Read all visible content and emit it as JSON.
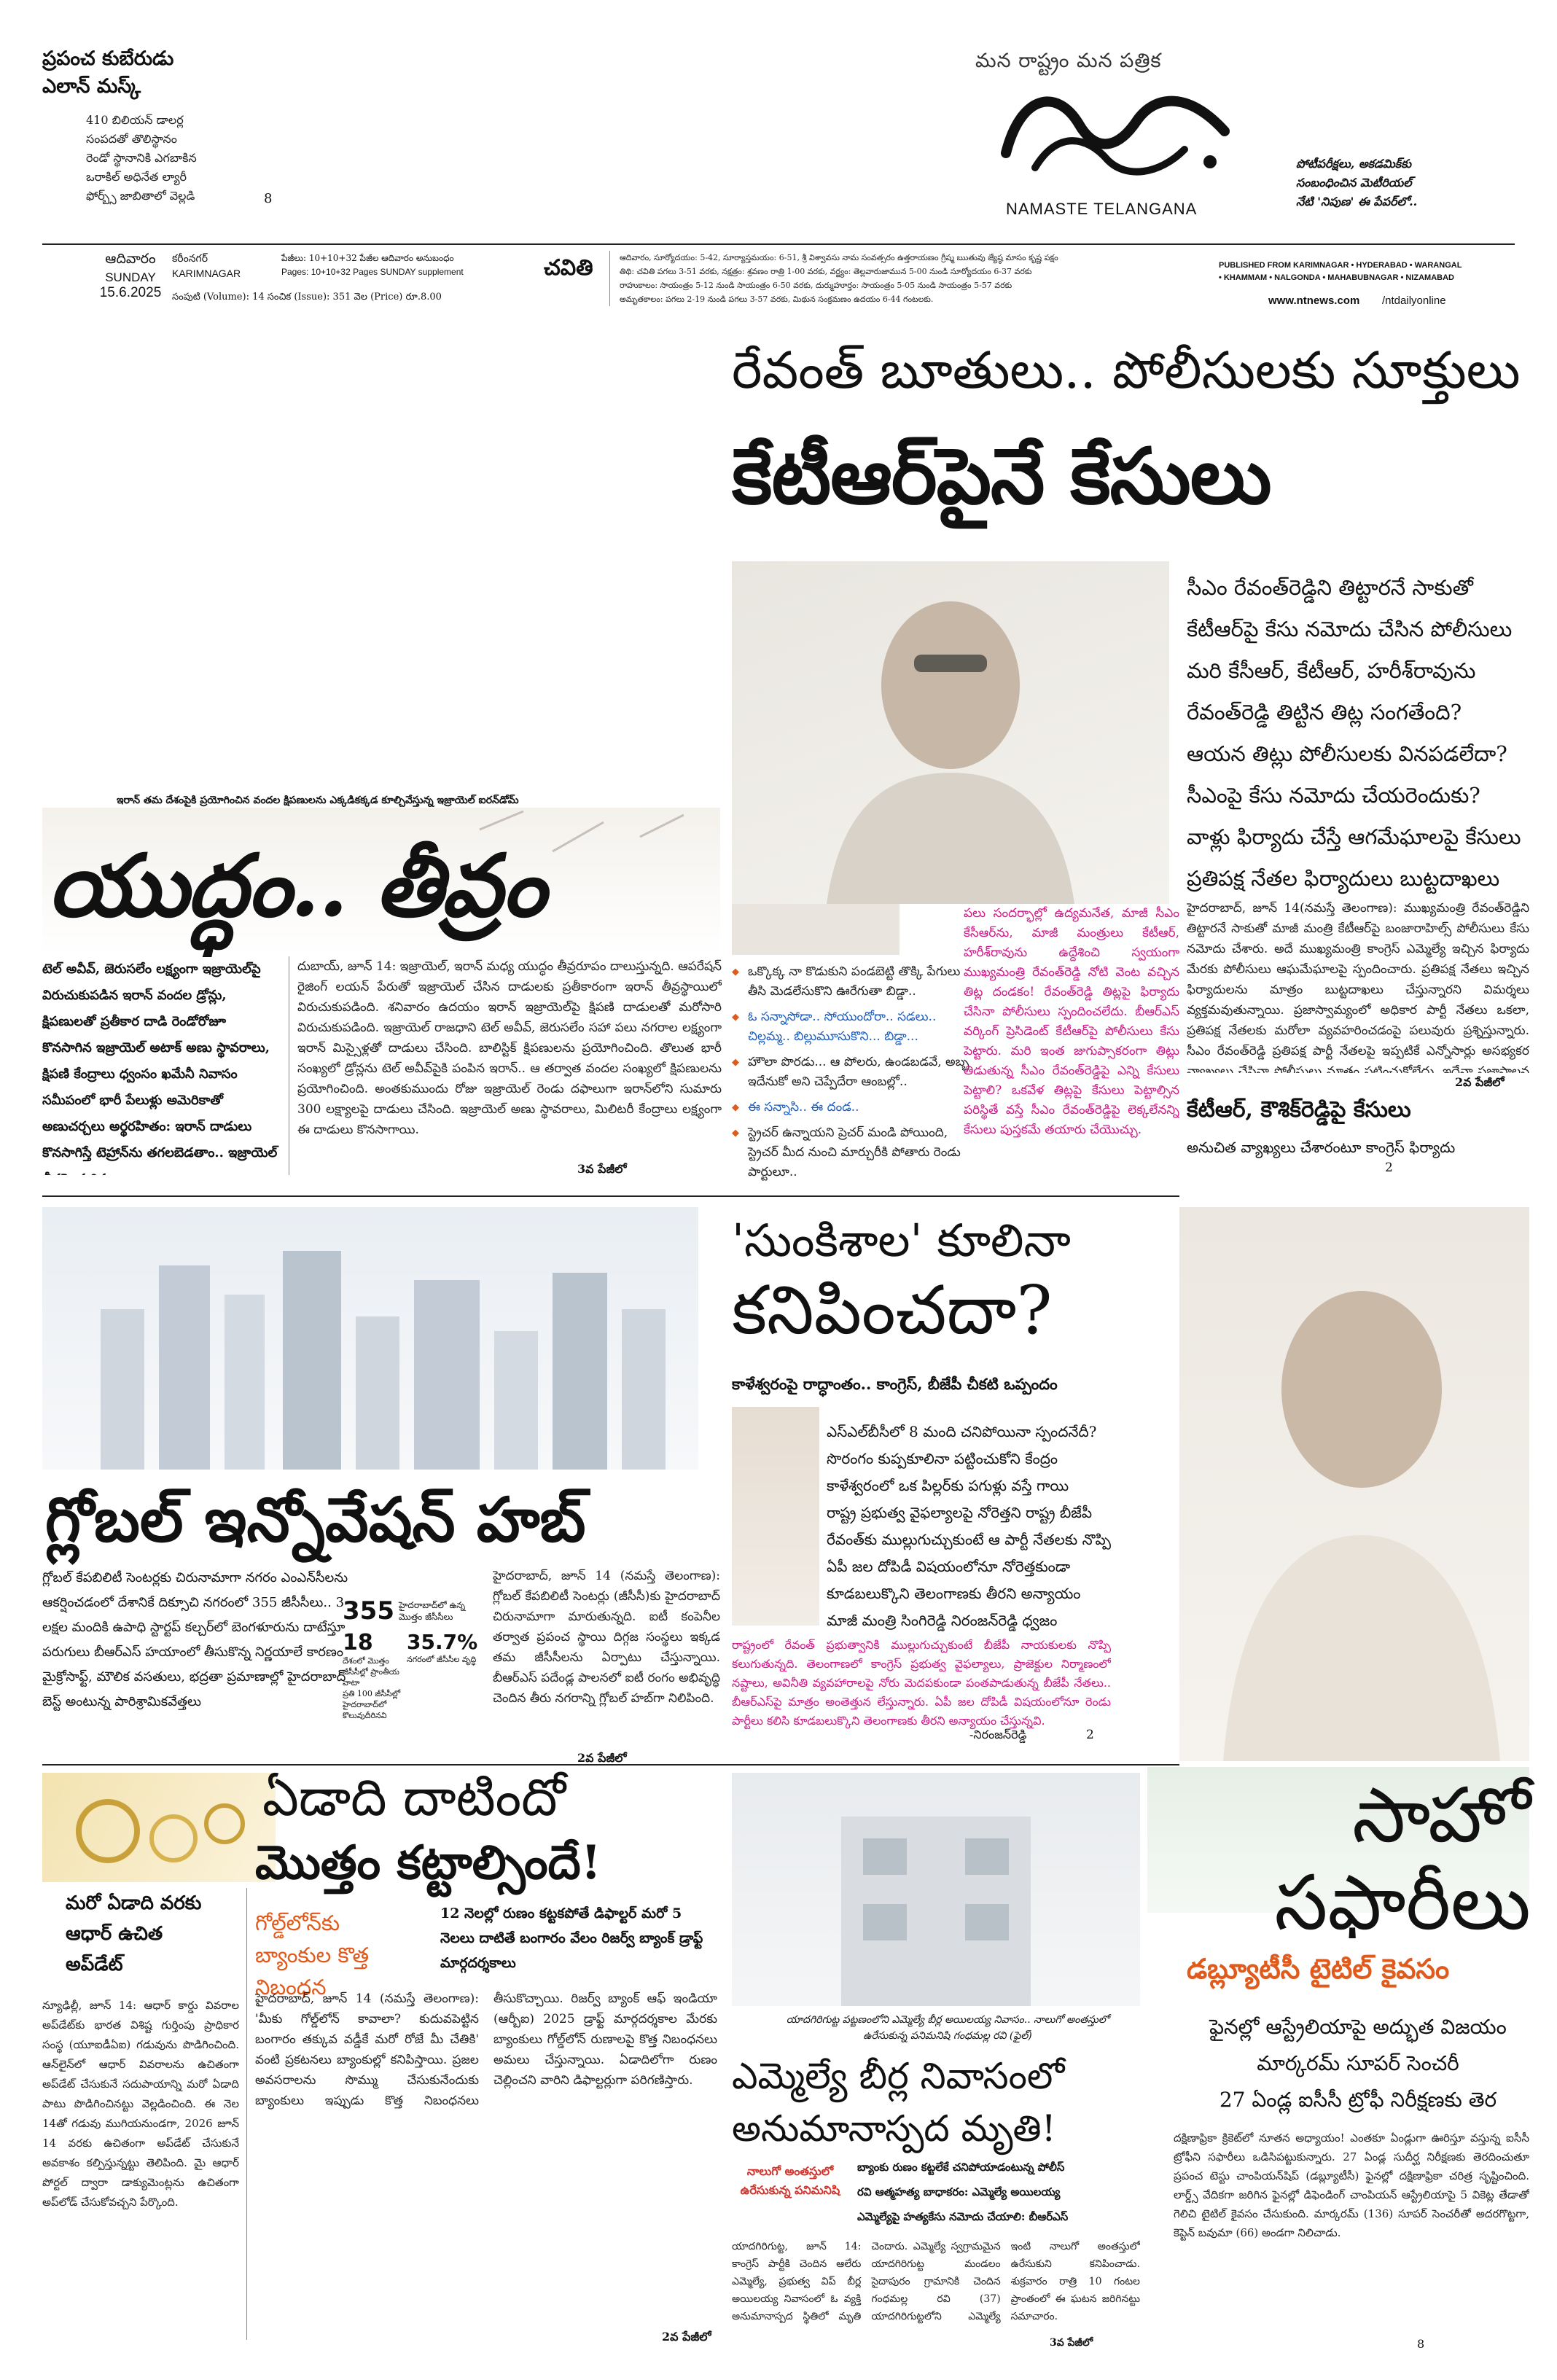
{
  "masthead": {
    "left_headline": "ప్రపంచ కుబేరుడు\nఎలాన్ మస్క్",
    "left_sub": "410 బిలియన్ డాలర్ల\nసంపదతో తొలిస్థానం\nరెండో స్థానానికి ఎగబాకిన\nఒరాకిల్ అధినేత ల్యారీ\nఫోర్బ్స్ జాబితాలో వెల్లడి",
    "left_page_ref": "8",
    "tagline": "మన రాష్ట్రం  మన పత్రిక",
    "paper_name": "NAMASTE TELANGANA",
    "right_promo": "పోటీపరీక్షలు, అకడమిక్‌కు\nసంబంధించిన మెటీరియల్\nనేటి 'నిపుణ' ఈ పేపర్‌లో..",
    "day_te": "ఆదివారం",
    "day_en": "SUNDAY",
    "date": "15.6.2025",
    "city_te": "కరీంనగర్",
    "city_en": "KARIMNAGAR",
    "pages_te": "పేజీలు: 10+10+32 పేజీల ఆదివారం అనుబంధం",
    "pages_en": "Pages: 10+10+32 Pages SUNDAY supplement",
    "volume": "సంపుటి (Volume): 14   సంచిక (Issue): 351   వెల (Price) రూ.8.00",
    "tithi": "చవితి",
    "almanac": "ఆదివారం, సూర్యోదయం: 5-42, సూర్యాస్తమయం: 6-51, శ్రీ విశ్వావసు నామ సంవత్సరం ఉత్తరాయణం గ్రీష్మ ఋతువు జ్యేష్ఠ మాసం కృష్ణ పక్షం\nతిథి: చవితి పగలు 3-51 వరకు, నక్షత్రం: శ్రవణం రాత్రి 1-00 వరకు, వర్జ్యం: తెల్లవారుజామున 5-00 నుండి సూర్యోదయం 6-37 వరకు\nరాహుకాలం: సాయంత్రం 5-12 నుండి సాయంత్రం 6-50 వరకు, దుర్ముహూర్తం: సాయంత్రం 5-05 నుండి సాయంత్రం 5-57 వరకు\nఅమృతకాలం: పగలు 2-19 నుండి పగలు 3-57 వరకు, మిథున సంక్రమణం ఉదయం 6-44 గంటలకు.",
    "published_from": "PUBLISHED FROM KARIMNAGAR • HYDERABAD • WARANGAL\n• KHAMMAM • NALGONDA • MAHABUBNAGAR • NIZAMABAD",
    "website": "www.ntnews.com",
    "social": "/ntdailyonline"
  },
  "lead": {
    "kicker": "రేవంత్ బూతులు.. పోలీసులకు సూక్తులు",
    "headline": "కేటీఆర్‌పైనే కేసులు",
    "points": [
      "సీఎం రేవంత్‌రెడ్డిని తిట్టారనే సాకుతో",
      "కేటీఆర్‌పై కేసు నమోదు చేసిన పోలీసులు",
      "మరి కేసీఆర్, కేటీఆర్, హరీశ్‌రావును",
      "రేవంత్‌రెడ్డి తిట్టిన తిట్ల సంగతేంది?",
      "ఆయన తిట్లు పోలీసులకు వినపడలేదా?",
      "సీఎంపై కేసు నమోదు చేయరెందుకు?",
      "వాళ్లు ఫిర్యాదు చేస్తే ఆగమేఘాలపై కేసులు",
      "ప్రతిపక్ష నేతల ఫిర్యాదులు బుట్టదాఖలు"
    ],
    "body": "హైదరాబాద్, జూన్ 14(నమస్తే తెలంగాణ): ముఖ్యమంత్రి రేవంత్‌రెడ్డిని తిట్టారనే సాకుతో మాజీ మంత్రి కేటీఆర్‌పై బంజారాహిల్స్ పోలీసులు కేసు నమోదు చేశారు. అదే ముఖ్యమంత్రి కాంగ్రెస్ ఎమ్మెల్యే ఇచ్చిన ఫిర్యాదు మేరకు పోలీసులు ఆఘమేఘాలపై స్పందించారు. ప్రతిపక్ష నేతలు ఇచ్చిన ఫిర్యాదులను మాత్రం బుట్టదాఖలు చేస్తున్నారని విమర్శలు వ్యక్తమవుతున్నాయి. ప్రజాస్వామ్యంలో అధికార పార్టీ నేతలు ఒకలా, ప్రతిపక్ష నేతలకు మరోలా వ్యవహరించడంపై పలువురు ప్రశ్నిస్తున్నారు. సీఎం రేవంత్‌రెడ్డి ప్రతిపక్ష పార్టీ నేతలపై ఇప్పటికే ఎన్నోసార్లు అసభ్యకర వ్యాఖ్యలు చేసినా పోలీసులు మాత్రం పట్టించుకోలేదు. ఇదేనా ప్రజాపాలన అంటూ బీఆర్‌ఎస్ శ్రేణులు మండిపడుతున్నాయి.",
    "body_ref": "2వ పేజీలో",
    "sub_head": "కేటీఆర్, కౌశిక్‌రెడ్డిపై కేసులు",
    "sub_text": "అనుచిత వ్యాఖ్యలు చేశారంటూ కాంగ్రెస్ ఫిర్యాదు",
    "sub_ref": "2",
    "box_text": "పలు సందర్భాల్లో ఉద్యమనేత, మాజీ సీఎం కేసీఆర్‌ను, మాజీ మంత్రులు కేటీఆర్, హరీశ్‌రావును ఉద్దేశించి స్వయంగా ముఖ్యమంత్రి రేవంత్‌రెడ్డి నోటి వెంట వచ్చిన తిట్ల దండకం! రేవంత్‌రెడ్డి తిట్లపై ఫిర్యాదు చేసినా పోలీసులు స్పందించలేదు. బీఆర్‌ఎస్ వర్కింగ్ ప్రెసిడెంట్ కేటీఆర్‌పై పోలీసులు కేసు పెట్టారు. మరి ఇంత జుగుప్సాకరంగా తిట్లు తిడుతున్న సీఎం రేవంత్‌రెడ్డిపై ఎన్ని కేసులు పెట్టాలి? ఒకవేళ తిట్లపై కేసులు పెట్టాల్సిన పరిస్థితే వస్తే సీఎం రేవంత్‌రెడ్డిపై లెక్కలేనన్ని కేసులు పుస్తకమే తయారు చేయొచ్చు.",
    "quotes": [
      "ఒక్కొక్క నా కొడుకుని పండబెట్టి తొక్కి పేగులు తీసి మెడలేసుకొని ఊరేగుతా బిడ్డా..",
      "ఓ సన్నాసోడా.. సోయుందోరా.. సడలు.. చిల్లమ్మ.. బిల్లుమూసుకొని... బిడ్డా...",
      "హౌలా పొరడు... ఆ పోలరు, ఉండబడవే, అబ్బ ఇదేనుకో అని చెప్పేదేరా ఆంబల్లో..",
      "ఈ సన్నాసి.. ఈ దండ..",
      "స్ట్రెచర్ ఉన్నాయని ప్రెచర్ మండి పోయింది, స్ట్రెచర్ మీద నుంచి మార్చురీకి పోతారు రెండు పార్టులూ.."
    ]
  },
  "war": {
    "kicker": "ఇరాన్ తమ దేశంపైకి ప్రయోగించిన వందల క్షిపణులను ఎక్కడికక్కడ కూల్చివేస్తున్న ఇజ్రాయెల్ ఐరన్‌డోమ్",
    "headline": "యుద్ధం.. తీవ్రం",
    "summary": "టెల్ అవీవ్, జెరుసలేం లక్ష్యంగా ఇజ్రాయెల్‌పై విరుచుకుపడిన ఇరాన్ వందల డ్రోన్లు, క్షిపణులతో ప్రతీకార దాడి రెండోరోజూ కొనసాగిన ఇజ్రాయెల్ అటాక్ అణు స్థావరాలు, క్షిపణి కేంద్రాలు ధ్వంసం ఖమేనీ నివాసం సమీపంలో భారీ పేలుళ్లు అమెరికాతో అణుచర్చలు అర్థరహితం: ఇరాన్ దాడులు కొనసాగిస్తే టెహ్రాన్‌ను తగలబెడతాం.. ఇజ్రాయెల్ తీవ్రహెచ్చరిక",
    "body": "దుబాయ్, జూన్ 14: ఇజ్రాయెల్, ఇరాన్ మధ్య యుద్ధం తీవ్రరూపం దాలుస్తున్నది. ఆపరేషన్ రైజింగ్ లయన్ పేరుతో ఇజ్రాయెల్ చేసిన దాడులకు ప్రతీకారంగా ఇరాన్ తీవ్రస్థాయిలో విరుచుకుపడింది. శనివారం ఉదయం ఇరాన్ ఇజ్రాయెల్‌పై క్షిపణి దాడులతో మరోసారి విరుచుకుపడింది. ఇజ్రాయెల్ రాజధాని టెల్ అవీవ్, జెరుసలేం సహా పలు నగరాల లక్ష్యంగా ఇరాన్ మిస్సైళ్లతో దాడులు చేసింది. బాలిస్టిక్ క్షిపణులను ప్రయోగించింది. తొలుత భారీ సంఖ్యలో డ్రోన్లను టెల్ అవీవ్‌పైకి పంపిన ఇరాన్.. ఆ తర్వాత వందల సంఖ్యలో క్షిపణులను ప్రయోగించింది. అంతకుముందు రోజు ఇజ్రాయెల్ రెండు దఫాలుగా ఇరాన్‌లోని సుమారు 300 లక్ష్యాలపై దాడులు చేసింది. ఇజ్రాయెల్ అణు స్థావరాలు, మిలిటరీ కేంద్రాలు లక్ష్యంగా ఈ దాడులు కొనసాగాయి.",
    "body_ref": "3వ పేజీలో"
  },
  "sunkishala": {
    "kicker": "'సుంకిశాల' కూలినా",
    "headline": "కనిపించదా?",
    "deck": "కాళేశ్వరంపై రాద్ధాంతం.. కాంగ్రెస్, బీజేపీ చీకటి ఒప్పందం",
    "points": [
      "ఎస్‌ఎల్‌బీసీలో 8 మంది చనిపోయినా స్పందనేదీ?",
      "సొరంగం కుప్పకూలినా పట్టించుకోని కేంద్రం",
      "కాళేశ్వరంలో ఒక పిల్లర్‌కు పగుళ్లు వస్తే గాయి",
      "రాష్ట్ర ప్రభుత్వ వైఫల్యాలపై నోరెత్తని రాష్ట్ర బీజేపీ",
      "రేవంత్‌కు ముల్లుగుచ్చుకుంటే ఆ పార్టీ నేతలకు నొప్పి",
      "ఏపీ జల దోపిడీ విషయంలోనూ నోరెత్తకుండా",
      "కూడబలుక్కొని తెలంగాణకు తీరని అన్యాయం",
      "మాజీ మంత్రి సింగిరెడ్డి నిరంజన్‌రెడ్డి ధ్వజం"
    ],
    "quote": "రాష్ట్రంలో రేవంత్ ప్రభుత్వానికి ముల్లుగుచ్చుకుంటే బీజేపీ నాయకులకు నొప్పి కలుగుతున్నది. తెలంగాణలో కాంగ్రెస్ ప్రభుత్వ వైఫల్యాలు, ప్రాజెక్టుల నిర్మాణంలో నష్టాలు, అవినీతి వ్యవహారాలపై నోరు మెదపకుండా పంతపాడుతున్న బీజేపీ నేతలు.. బీఆర్‌ఎస్‌పై మాత్రం అంతెత్తున లేస్తున్నారు. ఏపీ జల దోపిడీ విషయంలోనూ రెండు పార్టీలు కలిసి కూడబలుక్కొని తెలంగాణకు తీరని అన్యాయం చేస్తున్నవి.",
    "quote_by": "-నిరంజన్‌రెడ్డి",
    "quote_ref": "2"
  },
  "innovation": {
    "headline": "గ్లోబల్ ఇన్నోవేషన్ హబ్",
    "summary": "గ్లోబల్ కేపబిలిటీ సెంటర్లకు చిరునామాగా నగరం ఎంఎన్‌సీలను ఆకర్షించడంలో దేశానికే దిక్సూచి నగరంలో 355 జీసీసీలు.. 3 లక్షల మందికి ఉపాధి స్టార్టప్ కల్చర్‌లో బెంగళూరును దాటేస్తూ పరుగులు బీఆర్‌ఎస్ హయాంలో తీసుకొన్న నిర్ణయాలే కారణం మైక్రోసాఫ్ట్, మౌలిక వసతులు, భద్రతా ప్రమాణాల్లో హైదరాబాద్ బెస్ట్ అంటున్న పారిశ్రామికవేత్తలు",
    "stats": [
      {
        "value": "355",
        "label": "హైదరాబాద్‌లో ఉన్న మొత్తం జీసీసీలు"
      },
      {
        "value": "18",
        "label": "దేశంలో మొత్తం జీసీసీల్లో ప్రాంతీయ వాటా"
      },
      {
        "value": "35.7%",
        "label": "నగరంలో జీసీసీల వృద్ధి"
      }
    ],
    "stat_note": "ప్రతి 100 జీసీసీల్లో హైదరాబాద్‌లో కొలువుదీరినవి",
    "body": "హైదరాబాద్, జూన్ 14 (నమస్తే తెలంగాణ): గ్లోబల్ కేపబిలిటీ సెంటర్లు (జీసీసీ)కు హైదరాబాద్ చిరునామాగా మారుతున్నది. ఐటీ కంపెనీల తర్వాత ప్రపంచ స్థాయి దిగ్గజ సంస్థలు ఇక్కడ తమ జీసీసీలను ఏర్పాటు చేస్తున్నాయి. బీఆర్‌ఎస్ పదేండ్ల పాలనలో ఐటీ రంగం అభివృద్ధి చెందిన తీరు నగరాన్ని గ్లోబల్ హబ్‌గా నిలిపింది.",
    "body_ref": "2వ పేజీలో"
  },
  "gold": {
    "kicker": "ఏడాది దాటిందో",
    "headline": "మొత్తం కట్టాల్సిందే!",
    "tag": "గోల్డ్‌లోన్‌కు బ్యాంకుల కొత్త నిబంధన",
    "deck": "12 నెలల్లో రుణం కట్టకపోతే డిఫాల్టర్ మరో 5 నెలలు దాటితే బంగారం వేలం రిజర్వ్ బ్యాంక్ డ్రాఫ్ట్ మార్గదర్శకాలు",
    "body": "హైదరాబాద్, జూన్ 14 (నమస్తే తెలంగాణ): 'మీకు గోల్డ్‌లోన్ కావాలా? కుదువపెట్టిన బంగారం తక్కువ వడ్డీకే మరో రోజే మీ చేతికి' వంటి ప్రకటనలు బ్యాంకుల్లో కనిపిస్తాయి. ప్రజల అవసరాలను సొమ్ము చేసుకునేందుకు బ్యాంకులు ఇప్పుడు కొత్త నిబంధనలు తీసుకొచ్చాయి. రిజర్వ్ బ్యాంక్ ఆఫ్ ఇండియా (ఆర్బీఐ) 2025 డ్రాఫ్ట్ మార్గదర్శకాల మేరకు బ్యాంకులు గోల్డ్‌లోన్ రుణాలపై కొత్త నిబంధనలు అమలు చేస్తున్నాయి. ఏడాదిలోగా రుణం చెల్లించని వారిని డిఫాల్టర్లుగా పరిగణిస్తారు.",
    "body_ref": "2వ పేజీలో"
  },
  "aadhaar": {
    "headline": "మరో ఏడాది వరకు\nఆధార్ ఉచిత\nఅప్‌డేట్",
    "body": "న్యూఢిల్లీ, జూన్ 14: ఆధార్ కార్డు వివరాల అప్‌డేట్‌కు భారత విశిష్ట గుర్తింపు ప్రాధికార సంస్థ (యూఐడీఏఐ) గడువును పొడిగించింది. ఆన్‌లైన్‌లో ఆధార్ వివరాలను ఉచితంగా అప్‌డేట్ చేసుకునే సదుపాయాన్ని మరో ఏడాది పాటు పొడిగించినట్టు వెల్లడించింది. ఈ నెల 14తో గడువు ముగియనుండగా, 2026 జూన్ 14 వరకు ఉచితంగా అప్‌డేట్ చేసుకునే అవకాశం కల్పిస్తున్నట్టు తెలిపింది. మై ఆధార్ పోర్టల్ ద్వారా డాక్యుమెంట్లను ఉచితంగా అప్‌లోడ్ చేసుకోవచ్చని పేర్కొంది."
  },
  "mla": {
    "kicker": "యాదగిరిగుట్ట పట్టణంలోని ఎమ్మెల్యే బీర్ల అయిలయ్య నివాసం.. నాలుగో అంతస్తులో ఉరేసుకున్న పనిమనిషి గంధమల్ల రవి (ఫైల్)",
    "headline": "ఎమ్మెల్యే బీర్ల నివాసంలో\nఅనుమానాస్పద మృతి!",
    "tag": "నాలుగో అంతస్తులో ఉరేసుకున్న పనిమనిషి",
    "deck": "బ్యాంకు రుణం కట్టలేకే చనిపోయాడంటున్న పోలీస్\nరవి ఆత్మహత్య బాధాకరం: ఎమ్మెల్యే అయిలయ్య\nఎమ్మెల్యేపై హత్యకేసు నమోదు చేయాలి: బీఆర్‌ఎస్",
    "body": "యాదగిరిగుట్ట, జూన్ 14: కాంగ్రెస్ పార్టీకి చెందిన ఆలేరు ఎమ్మెల్యే, ప్రభుత్వ విప్ బీర్ల అయిలయ్య నివాసంలో ఓ వ్యక్తి అనుమానాస్పద స్థితిలో మృతి చెందారు. ఎమ్మెల్యే స్వగ్రామమైన యాదగిరిగుట్ట మండలం సైదాపురం గ్రామానికి చెందిన గంధమల్ల రవి (37) యాదగిరిగుట్టలోని ఎమ్మెల్యే ఇంటి నాలుగో అంతస్తులో ఉరేసుకుని కనిపించాడు. శుక్రవారం రాత్రి 10 గంటల ప్రాంతంలో ఈ ఘటన జరిగినట్టు సమాచారం.",
    "body_ref": "3వ పేజీలో"
  },
  "cricket": {
    "headline": "సాహో\nసఫారీలు",
    "sub": "డబ్ల్యూటీసీ టైటిల్ కైవసం",
    "points": [
      "ఫైనల్లో ఆస్ట్రేలియాపై అద్భుత విజయం",
      "మార్కరమ్ సూపర్ సెంచరీ",
      "27 ఏండ్ల ఐసీసీ ట్రోఫీ నిరీక్షణకు తెర"
    ],
    "body": "దక్షిణాఫ్రికా క్రికెట్‌లో నూతన అధ్యాయం! ఎంతకూ ఏండ్లుగా ఊరిస్తూ వస్తున్న ఐసీసీ ట్రోఫీని సఫారీలు ఒడిసిపట్టుకున్నారు. 27 ఏండ్ల సుదీర్ఘ నిరీక్షణకు తెరదించుతూ ప్రపంచ టెస్టు చాంపియన్‌షిప్ (డబ్ల్యూటీసీ) ఫైనల్లో దక్షిణాఫ్రికా చరిత్ర సృష్టించింది. లార్డ్స్ వేదికగా జరిగిన ఫైనల్లో డిఫెండింగ్ చాంపియన్ ఆస్ట్రేలియాపై 5 వికెట్ల తేడాతో గెలిచి టైటిల్ కైవసం చేసుకుంది. మార్కరమ్ (136) సూపర్ సెంచరీతో అదరగొట్టగా, కెప్టెన్ బవుమా (66) అండగా నిలిచాడు.",
    "body_ref": "8"
  }
}
